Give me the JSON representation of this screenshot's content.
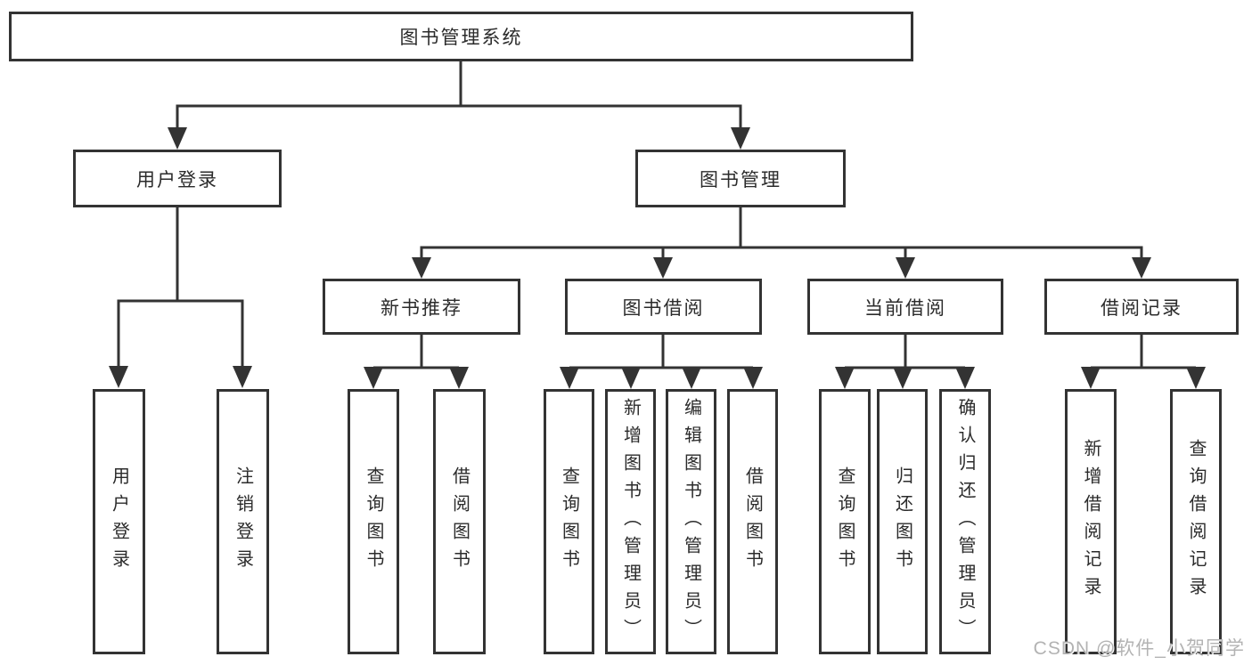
{
  "diagram": {
    "root": "图书管理系统",
    "level2": [
      "用户登录",
      "图书管理"
    ],
    "level3": [
      "新书推荐",
      "图书借阅",
      "当前借阅",
      "借阅记录"
    ],
    "leaves": {
      "user_login": [
        "用户登录",
        "注销登录"
      ],
      "new_books": [
        "查询图书",
        "借阅图书"
      ],
      "book_borrow": [
        "查询图书",
        "新增图书（管理员）",
        "编辑图书（管理员）",
        "借阅图书"
      ],
      "current_borrow": [
        "查询图书",
        "归还图书",
        "确认归还（管理员）"
      ],
      "borrow_records": [
        "新增借阅记录",
        "查询借阅记录"
      ]
    }
  },
  "watermark": "CSDN @软件_小贺同学",
  "colors": {
    "line": "#333333",
    "text": "#2b2b2b",
    "background": "#ffffff",
    "watermark": "#b3b3b3"
  }
}
